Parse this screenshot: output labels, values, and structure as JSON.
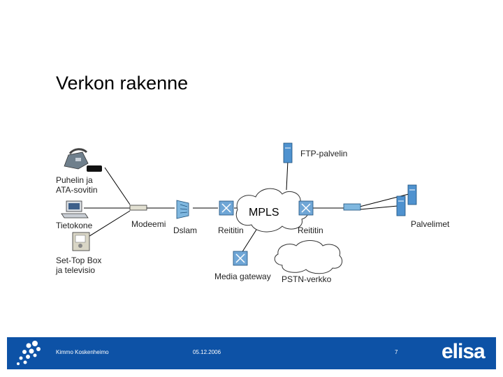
{
  "slide": {
    "title": "Verkon rakenne"
  },
  "diagram": {
    "labels": {
      "ftp": "FTP-palvelin",
      "phone_line1": "Puhelin ja",
      "phone_line2": "ATA-sovitin",
      "computer": "Tietokone",
      "modem": "Modeemi",
      "dslam": "Dslam",
      "router1": "Reititin",
      "mpls": "MPLS",
      "router2": "Reititin",
      "servers": "Palvelimet",
      "settop_line1": "Set-Top Box",
      "settop_line2": "ja televisio",
      "media_gateway": "Media gateway",
      "pstn": "PSTN-verkko"
    }
  },
  "footer": {
    "author": "Kimmo Koskenheimo",
    "date": "05.12.2006",
    "page": "7",
    "brand": "elisa",
    "bg_color": "#0d52a6"
  }
}
